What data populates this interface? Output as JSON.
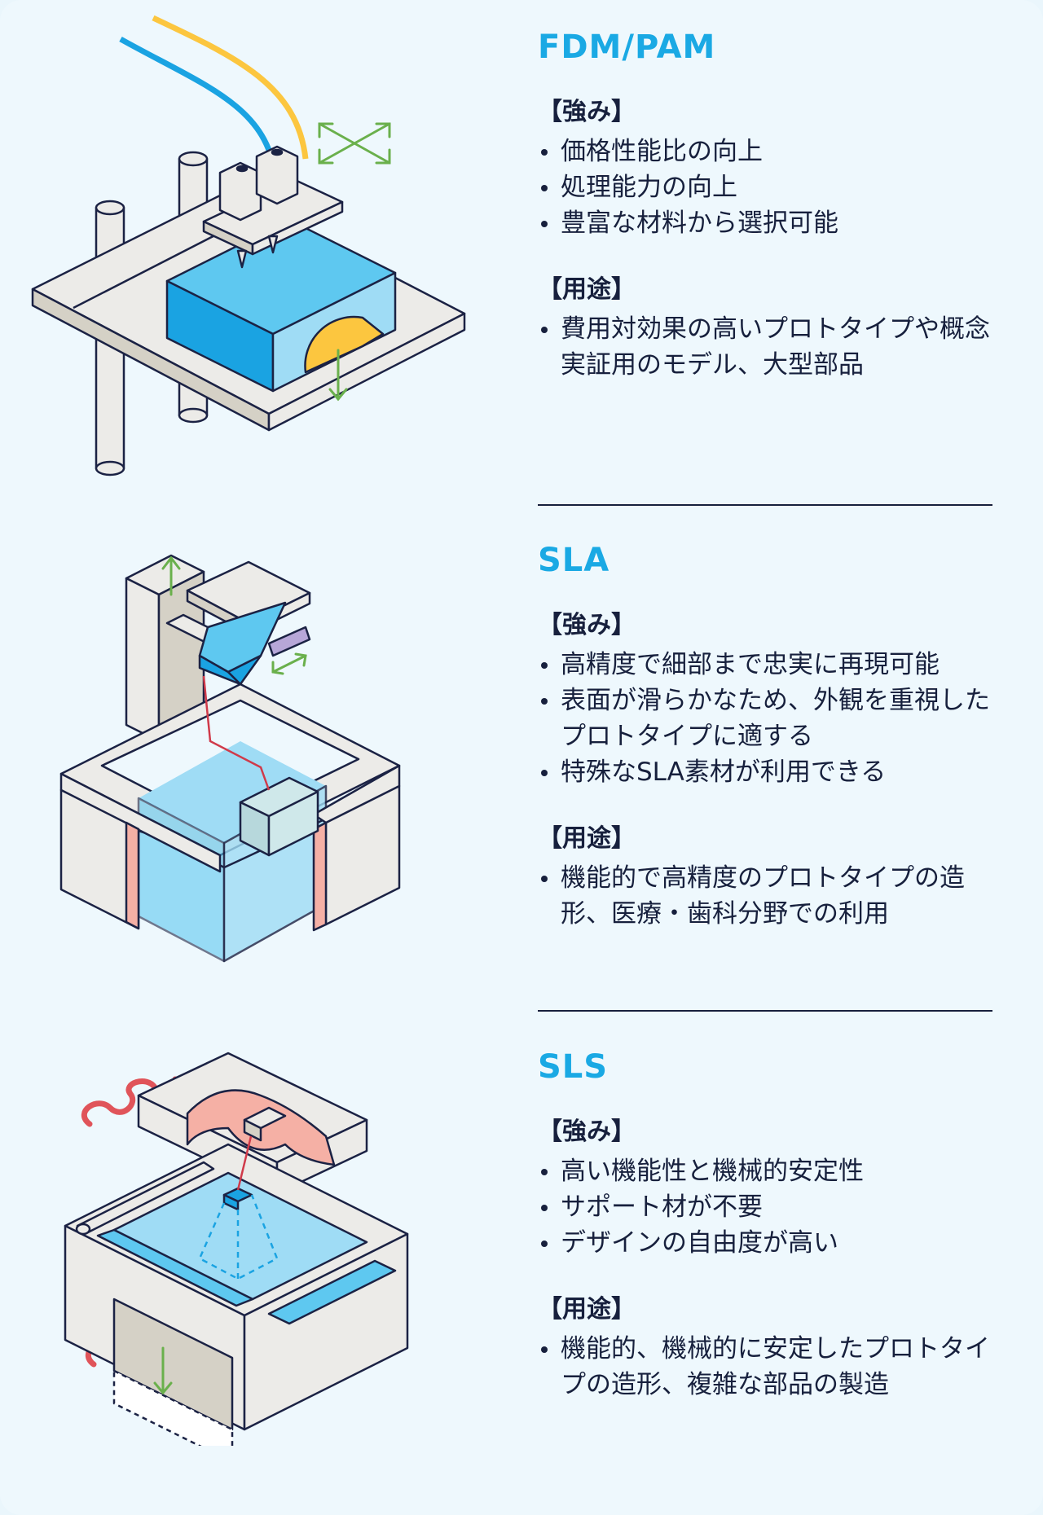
{
  "sections": [
    {
      "title": "FDM/PAM",
      "strengths_label": "【強み】",
      "strengths": [
        "価格性能比の向上",
        "処理能力の向上",
        "豊富な材料から選択可能"
      ],
      "uses_label": "【用途】",
      "uses": [
        "費用対効果の高いプロトタイプや概念実証用のモデル、大型部品"
      ]
    },
    {
      "title": "SLA",
      "strengths_label": "【強み】",
      "strengths": [
        "高精度で細部まで忠実に再現可能",
        "表面が滑らかなため、外観を重視したプロトタイプに適する",
        "特殊なSLA素材が利用できる"
      ],
      "uses_label": "【用途】",
      "uses": [
        "機能的で高精度のプロトタイプの造形、医療・歯科分野での利用"
      ]
    },
    {
      "title": "SLS",
      "strengths_label": "【強み】",
      "strengths": [
        "高い機能性と機械的安定性",
        "サポート材が不要",
        "デザインの自由度が高い"
      ],
      "uses_label": "【用途】",
      "uses": [
        "機能的、機械的に安定したプロトタイプの造形、複雑な部品の製造"
      ]
    }
  ],
  "colors": {
    "background": "#eef8fd",
    "accent_title": "#1aa9e4",
    "outline": "#1b2244",
    "blue_light": "#9fdcf5",
    "blue_mid": "#5ec8f0",
    "blue_deep": "#1aa3e2",
    "yellow": "#fcc63f",
    "green_arrow": "#6ab04c",
    "pink": "#f5b0a5",
    "red_coil": "#e0545a",
    "laser": "#d03a4a",
    "gray_face": "#ecebe8",
    "gray_dark": "#d5d1c6"
  },
  "icons": [
    "fdm-printer-illustration",
    "sla-printer-illustration",
    "sls-printer-illustration"
  ]
}
